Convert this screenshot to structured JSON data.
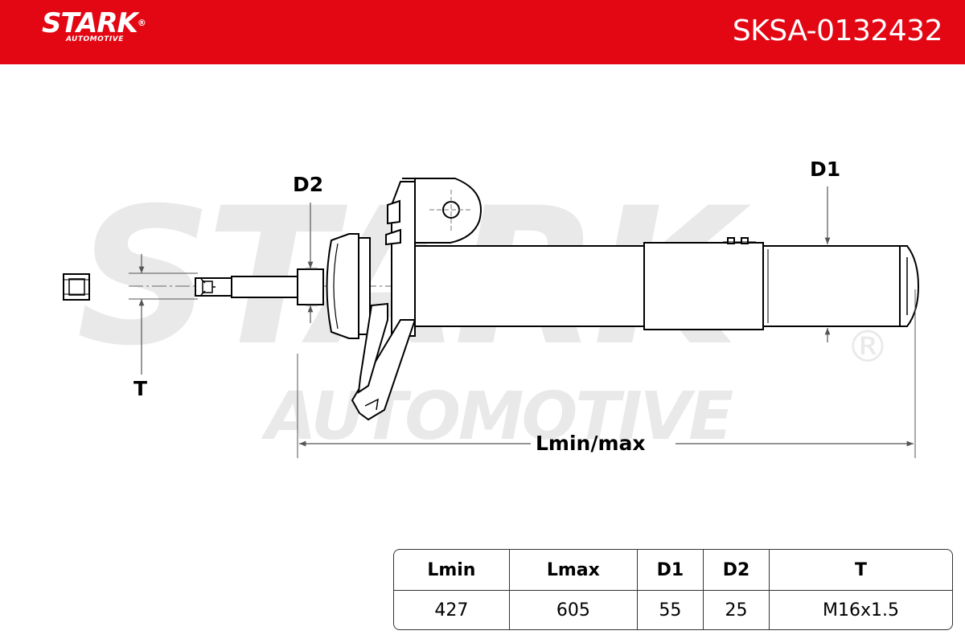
{
  "header": {
    "brand": "STARK",
    "brand_sub": "AUTOMOTIVE",
    "part_number": "SKSA-0132432",
    "background_color": "#e30613"
  },
  "watermark": {
    "text": "STARK",
    "sub": "AUTOMOTIVE",
    "reg_symbol": "®"
  },
  "diagram": {
    "labels": {
      "d2": "D2",
      "d1": "D1",
      "t": "T",
      "length": "Lmin/max"
    }
  },
  "specs": {
    "headers": [
      "Lmin",
      "Lmax",
      "D1",
      "D2",
      "T"
    ],
    "values": [
      "427",
      "605",
      "55",
      "25",
      "M16x1.5"
    ]
  }
}
